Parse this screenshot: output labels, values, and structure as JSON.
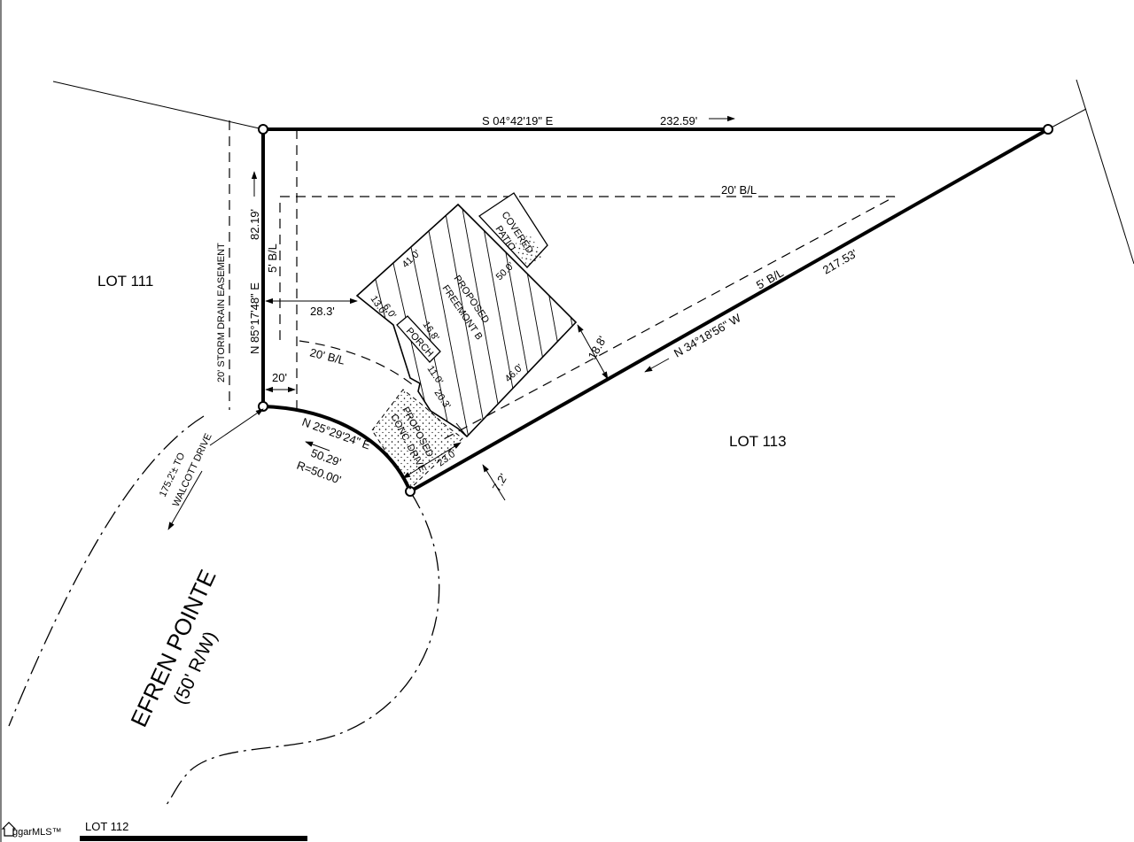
{
  "labels": {
    "lot_111": "LOT 111",
    "lot_112": "LOT 112",
    "lot_113": "LOT 113",
    "street_name": "EFREN POINTE",
    "street_rw": "(50' R/W)",
    "storm_easement": "20' STORM DRAIN EASEMENT",
    "rear_bearing": "S 04°42'19\" E",
    "rear_distance": "232.59'",
    "left_bearing": "N 85°17'48\" E",
    "left_distance": "82.19'",
    "right_bearing": "N 34°18'56\" W",
    "right_distance": "217.53'",
    "curve_bearing": "N 25°29'24\" E",
    "curve_length": "50.29'",
    "curve_radius": "R=50.00'",
    "rear_setback": "20' B/L",
    "front_setback": "20' B/L",
    "left_side_setback": "5' B/L",
    "right_side_setback": "5' B/L",
    "easement_width": "20'",
    "offset_left": "28.3'",
    "offset_right": "18.8'",
    "offset_corner": "7.2'",
    "house_label_1": "PROPOSED",
    "house_label_2": "FREEMONT B",
    "patio_label_1": "COVERED",
    "patio_label_2": "PATIO",
    "porch_label": "PORCH",
    "drive_label_1": "PROPOSED",
    "drive_label_2": "CONC. DRIVE",
    "dim_41": "41.0'",
    "dim_50": "50.0'",
    "dim_46": "46.0'",
    "dim_13": "13.0'",
    "dim_6": "6.0'",
    "dim_168": "16.8'",
    "dim_11": "11.0'",
    "dim_203": "20.3'",
    "dim_23": "23.0'",
    "walcott_1": "175.2'± TO",
    "walcott_2": "WALCOTT DRIVE",
    "watermark": "ggarMLS™"
  }
}
